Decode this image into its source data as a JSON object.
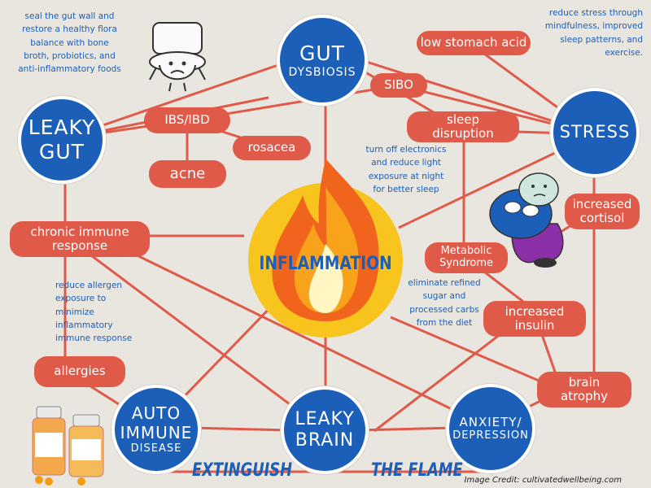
{
  "nodes": {
    "gut_dysbiosis": {
      "line1": "GUT",
      "line2": "DYSBIOSIS"
    },
    "leaky_gut": {
      "line1": "LEAKY",
      "line2": "GUT"
    },
    "stress": {
      "label": "STRESS"
    },
    "inflammation": {
      "label": "INFLAMMATION"
    },
    "autoimmune": {
      "line1": "AUTO",
      "line2": "IMMUNE",
      "line3": "DISEASE"
    },
    "leaky_brain": {
      "line1": "LEAKY",
      "line2": "BRAIN"
    },
    "anxiety": {
      "line1": "ANXIETY/",
      "line2": "DEPRESSION"
    }
  },
  "pills": {
    "low_stomach_acid": "low stomach acid",
    "sibo": "SIBO",
    "ibs_ibd": "IBS/IBD",
    "rosacea": "rosacea",
    "acne": "acne",
    "sleep_disruption": {
      "line1": "sleep",
      "line2": "disruption"
    },
    "increased_cortisol": {
      "line1": "increased",
      "line2": "cortisol"
    },
    "chronic_immune": {
      "line1": "chronic immune",
      "line2": "response"
    },
    "metabolic": {
      "line1": "Metabolic",
      "line2": "Syndrome"
    },
    "increased_insulin": {
      "line1": "increased",
      "line2": "insulin"
    },
    "allergies": "allergies",
    "brain_atrophy": {
      "line1": "brain",
      "line2": "atrophy"
    }
  },
  "notes": {
    "gut_tip": [
      "seal the gut wall and",
      "restore a healthy flora",
      "balance with bone",
      "broth, probiotics, and",
      "anti-inflammatory foods"
    ],
    "stress_tip": [
      "reduce stress through",
      "mindfulness, improved",
      "sleep patterns, and",
      "exercise."
    ],
    "sleep_tip": [
      "turn off electronics",
      "and reduce light",
      "exposure at night",
      "for better sleep"
    ],
    "sugar_tip": [
      "eliminate refined",
      "sugar and",
      "processed carbs",
      "from the diet"
    ],
    "allergen_tip": [
      "reduce allergen",
      "exposure to",
      "minimize",
      "inflammatory",
      "immune response"
    ]
  },
  "footer": {
    "extinguish": "EXTINGUISH",
    "the_flame": "THE FLAME",
    "credit": "Image Credit: cultivatedwellbeing.com"
  },
  "colors": {
    "node_blue": "#1c5fb8",
    "pill_red": "#e05a49",
    "line_red": "#e05a49",
    "background": "#e9e6df"
  },
  "icons": [
    "toilet-icon",
    "flame-icon",
    "stressed-person-icon",
    "pill-bottles-icon"
  ]
}
